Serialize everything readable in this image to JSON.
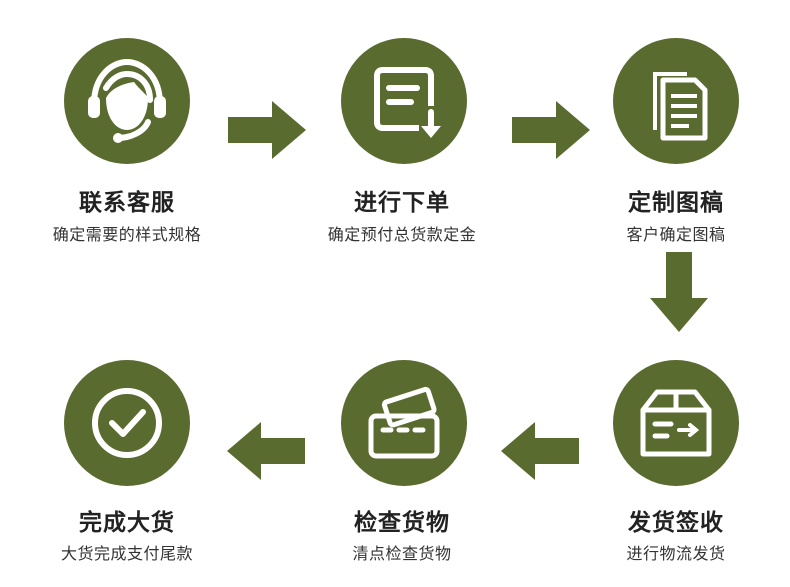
{
  "colors": {
    "accent": "#5a6b30",
    "arrow": "#5a6b30"
  },
  "steps": [
    {
      "title": "联系客服",
      "subtitle": "确定需要的样式规格",
      "icon": "customer-service-headset-icon"
    },
    {
      "title": "进行下单",
      "subtitle": "确定预付总货款定金",
      "icon": "order-document-download-icon"
    },
    {
      "title": "定制图稿",
      "subtitle": "客户确定图稿",
      "icon": "design-draft-documents-icon"
    },
    {
      "title": "发货签收",
      "subtitle": "进行物流发货",
      "icon": "shipping-box-icon"
    },
    {
      "title": "检查货物",
      "subtitle": "清点检查货物",
      "icon": "payment-card-wallet-icon"
    },
    {
      "title": "完成大货",
      "subtitle": "大货完成支付尾款",
      "icon": "checkmark-complete-icon"
    }
  ]
}
